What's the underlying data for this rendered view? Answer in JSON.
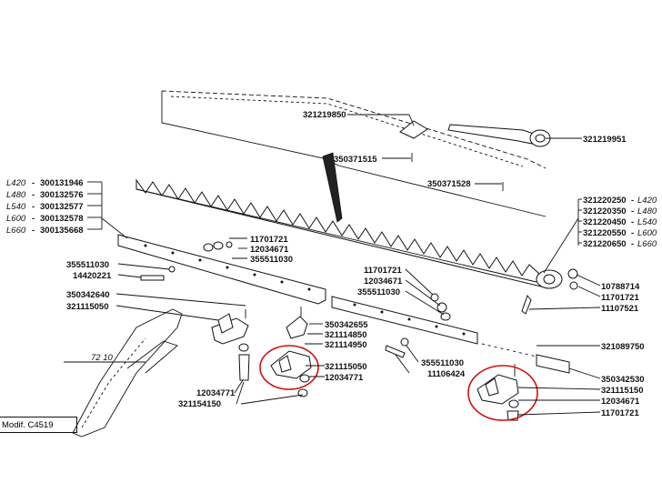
{
  "modif_label": "Modif. C4519",
  "scale_label": "72 10",
  "callouts": {
    "p321219850": "321219850",
    "p321219951": "321219951",
    "p350371515": "350371515",
    "p350371528": "350371528",
    "l420": "L420",
    "l480": "L480",
    "l540": "L540",
    "l600": "L600",
    "l660": "L660",
    "p300131946": "300131946",
    "p300132576": "300132576",
    "p300132577": "300132577",
    "p300132578": "300132578",
    "p300135668": "300135668",
    "p321220250": "321220250",
    "p321220350": "321220350",
    "p321220450": "321220450",
    "p321220550": "321220550",
    "p321220650": "321220650",
    "left_11701721": "11701721",
    "left_12034671": "12034671",
    "left_355511030": "355511030",
    "p355511030b": "355511030",
    "p14420221": "14420221",
    "p350342640": "350342640",
    "p321115050": "321115050",
    "mid_11701721": "11701721",
    "mid_12034671": "12034671",
    "mid_355511030": "355511030",
    "p350342655": "350342655",
    "p321114850": "321114850",
    "p321114950": "321114950",
    "p321115050c": "321115050",
    "p12034771a": "12034771",
    "p12034771b": "12034771",
    "p321154150": "321154150",
    "p355511030c": "355511030",
    "p11106424": "11106424",
    "p10788714": "10788714",
    "r_11701721": "11701721",
    "p11107521": "11107521",
    "p321089750": "321089750",
    "p350342530": "350342530",
    "p321115150": "321115150",
    "br_12034671": "12034671",
    "br_11701721": "11701721"
  },
  "dash": "-",
  "highlight_color": "#d01010"
}
